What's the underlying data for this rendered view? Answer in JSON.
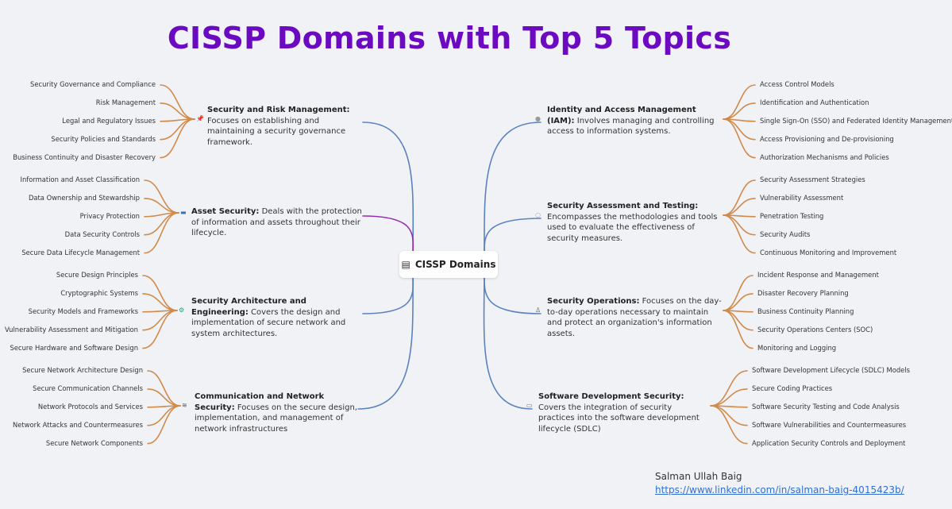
{
  "title": "CISSP Domains with Top 5 Topics",
  "center": {
    "label": "CISSP Domains",
    "icon": "book-icon"
  },
  "colors": {
    "title": "#6b0ac0",
    "branch": "#5b82c0",
    "branch_highlight": "#9a2bb3",
    "topic_branch": "#d08a4a"
  },
  "domains": [
    {
      "id": "srm",
      "icon": "pin-icon",
      "name": "Security and Risk Management:",
      "desc": "Focuses on establishing and maintaining a security governance framework.",
      "topics": [
        "Security Governance and Compliance",
        "Risk Management",
        "Legal and Regulatory Issues",
        "Security Policies and Standards",
        "Business Continuity and Disaster Recovery"
      ]
    },
    {
      "id": "as",
      "icon": "folder-icon",
      "name": "Asset Security:",
      "desc": "Deals with the protection of information and assets throughout their lifecycle.",
      "topics": [
        "Information and Asset Classification",
        "Data Ownership and Stewardship",
        "Privacy Protection",
        "Data Security Controls",
        "Secure Data Lifecycle Management"
      ]
    },
    {
      "id": "sae",
      "icon": "gear-icon",
      "name": "Security Architecture and Engineering:",
      "desc": "Covers the design and implementation of secure network and system architectures.",
      "topics": [
        "Secure Design Principles",
        "Cryptographic Systems",
        "Security Models and Frameworks",
        "Vulnerability Assessment and Mitigation",
        "Secure Hardware and Software Design"
      ]
    },
    {
      "id": "cns",
      "icon": "wifi-icon",
      "name": "Communication and Network Security:",
      "desc": "Focuses on the secure design, implementation, and management of network infrastructures",
      "topics": [
        "Secure Network Architecture Design",
        "Secure Communication Channels",
        "Network Protocols and Services",
        "Network Attacks and Countermeasures",
        "Secure Network Components"
      ]
    },
    {
      "id": "iam",
      "icon": "user-icon",
      "name": "Identity and Access Management (IAM):",
      "desc": "Involves managing and controlling access to information systems.",
      "topics": [
        "Access Control Models",
        "Identification and Authentication",
        "Single Sign-On (SSO) and Federated Identity Management",
        "Access Provisioning and De-provisioning",
        "Authorization Mechanisms and Policies"
      ]
    },
    {
      "id": "sat",
      "icon": "magnifier-icon",
      "name": "Security Assessment and Testing:",
      "desc": "Encompasses the methodologies and tools used to evaluate the effectiveness of security measures.",
      "topics": [
        "Security Assessment Strategies",
        "Vulnerability Assessment",
        "Penetration Testing",
        "Security Audits",
        "Continuous Monitoring and Improvement"
      ]
    },
    {
      "id": "so",
      "icon": "person-icon",
      "name": "Security Operations:",
      "desc": "Focuses on the day-to-day operations necessary to maintain and protect an organization's information assets.",
      "topics": [
        "Incident Response and Management",
        "Disaster Recovery Planning",
        "Business Continuity Planning",
        "Security Operations Centers (SOC)",
        "Monitoring and Logging"
      ]
    },
    {
      "id": "sds",
      "icon": "code-icon",
      "name": "Software Development Security:",
      "desc": "Covers the integration of security practices into the software development lifecycle (SDLC)",
      "topics": [
        "Software Development Lifecycle (SDLC) Models",
        "Secure Coding Practices",
        "Software Security Testing and Code Analysis",
        "Software Vulnerabilities and Countermeasures",
        "Application Security Controls and Deployment"
      ]
    }
  ],
  "author": "Salman Ullah Baig",
  "link": "https://www.linkedin.com/in/salman-baig-4015423b/"
}
